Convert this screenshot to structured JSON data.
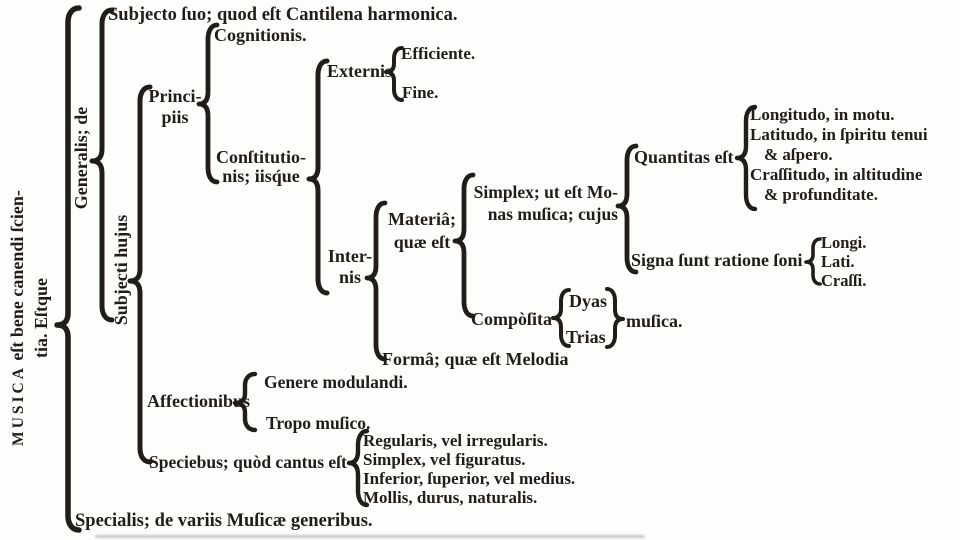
{
  "ink_color": "#211d18",
  "paper_color": "#fdfdfb",
  "diagram": {
    "root": {
      "word": "Musica",
      "line1_rest": "eſt bene canendi ſcien-",
      "line2": "tia. Eſtque"
    },
    "generalis": {
      "label": "Generalis; de"
    },
    "subjecto": {
      "label": "Subjecto ſuo; quod eſt Cantilena harmonica."
    },
    "subjecti": {
      "label": "Subjecti hujus"
    },
    "principiis": {
      "line1": "Princi-",
      "line2": "piis"
    },
    "cognitionis": {
      "label": "Cognitionis."
    },
    "constitutionis": {
      "line1": "Conſtitutio-",
      "line2": "nis; iisq́ue"
    },
    "externis": {
      "label": "Externis",
      "items": [
        "Efficiente.",
        "Fine."
      ]
    },
    "internis": {
      "line1": "Inter-",
      "line2": "nis"
    },
    "materia": {
      "line1": "Materiâ;",
      "line2": "quæ eſt"
    },
    "simplex": {
      "line1": "Simplex; ut eſt Mo-",
      "line2": "nas muſica; cujus"
    },
    "quantitas": {
      "label": "Quantitas eſt",
      "items": [
        "Longitudo, in motu.",
        "Latitudo, in ſpiritu tenui",
        "& aſpero.",
        "Craſſitudo, in altitudine",
        "& profunditate."
      ]
    },
    "signa": {
      "label": "Signa ſunt ratione ſoni",
      "items": [
        "Longi.",
        "Lati.",
        "Craſſi."
      ]
    },
    "composita": {
      "label": "Compòſita",
      "dyas": "Dyas",
      "trias": "Trias",
      "suffix": "muſica."
    },
    "forma": {
      "label": "Formâ; quæ eſt Melodia"
    },
    "affectionibus": {
      "label": "Affectionibus",
      "items": [
        "Genere modulandi.",
        "Tropo muſico."
      ]
    },
    "speciebus": {
      "label": "Speciebus; quòd cantus eſt",
      "items": [
        "Regularis, vel irregularis.",
        "Simplex, vel figuratus.",
        "Inferior, ſuperior, vel medius.",
        "Mollis, durus, naturalis."
      ]
    },
    "specialis": {
      "label": "Specialis; de variis Muſicæ generibus."
    }
  }
}
